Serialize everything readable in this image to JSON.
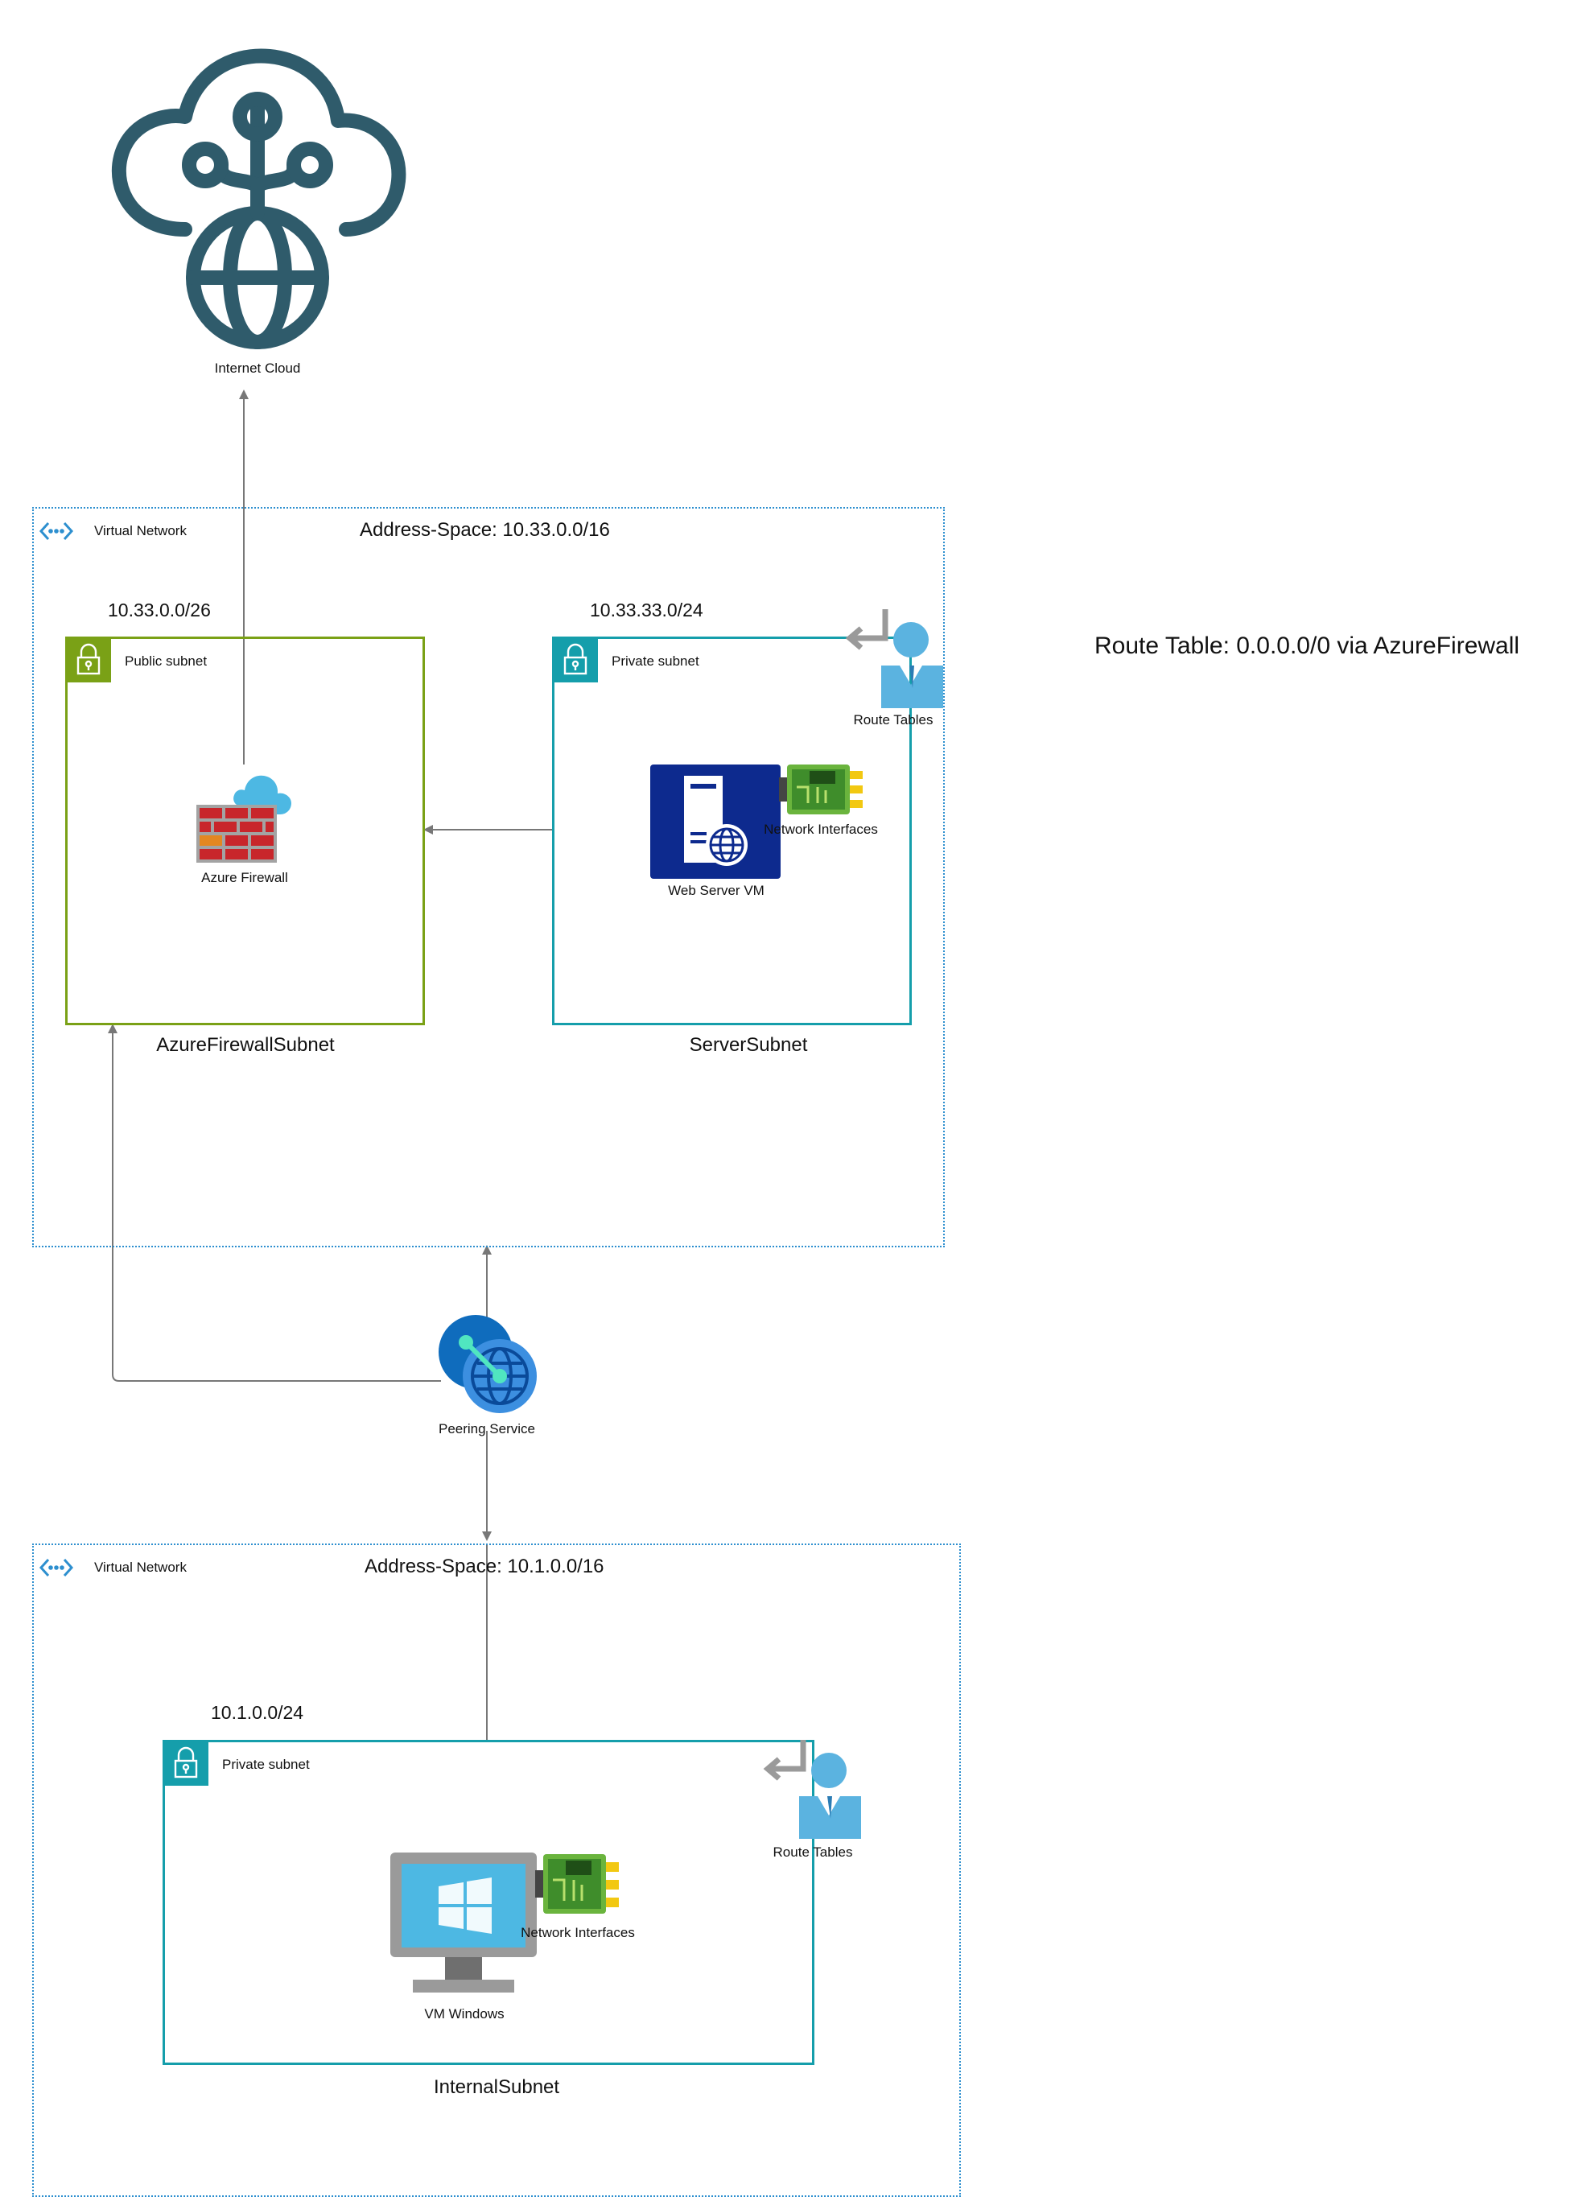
{
  "internet": {
    "label": "Internet Cloud"
  },
  "route_table_note": "Route Table: 0.0.0.0/0 via AzureFirewall",
  "vnet_hub": {
    "label": "Virtual Network",
    "address_space": "Address-Space: 10.33.0.0/16",
    "public_subnet": {
      "cidr": "10.33.0.0/26",
      "type_label": "Public subnet",
      "name": "AzureFirewallSubnet",
      "firewall_label": "Azure Firewall"
    },
    "server_subnet": {
      "cidr": "10.33.33.0/24",
      "type_label": "Private subnet",
      "name": "ServerSubnet",
      "route_tables_label": "Route Tables",
      "vm_label": "Web Server VM",
      "nic_label": "Network Interfaces"
    }
  },
  "peering": {
    "label": "Peering Service"
  },
  "vnet_spoke": {
    "label": "Virtual Network",
    "address_space": "Address-Space: 10.1.0.0/16",
    "internal_subnet": {
      "cidr": "10.1.0.0/24",
      "type_label": "Private subnet",
      "name": "InternalSubnet",
      "route_tables_label": "Route Tables",
      "vm_label": "VM Windows",
      "nic_label": "Network Interfaces"
    }
  },
  "colors": {
    "vnet_border": "#2d8fcf",
    "public_subnet": "#7aa116",
    "private_subnet": "#159eab",
    "cloud_icon": "#2f5b6b",
    "connector": "#777777"
  }
}
